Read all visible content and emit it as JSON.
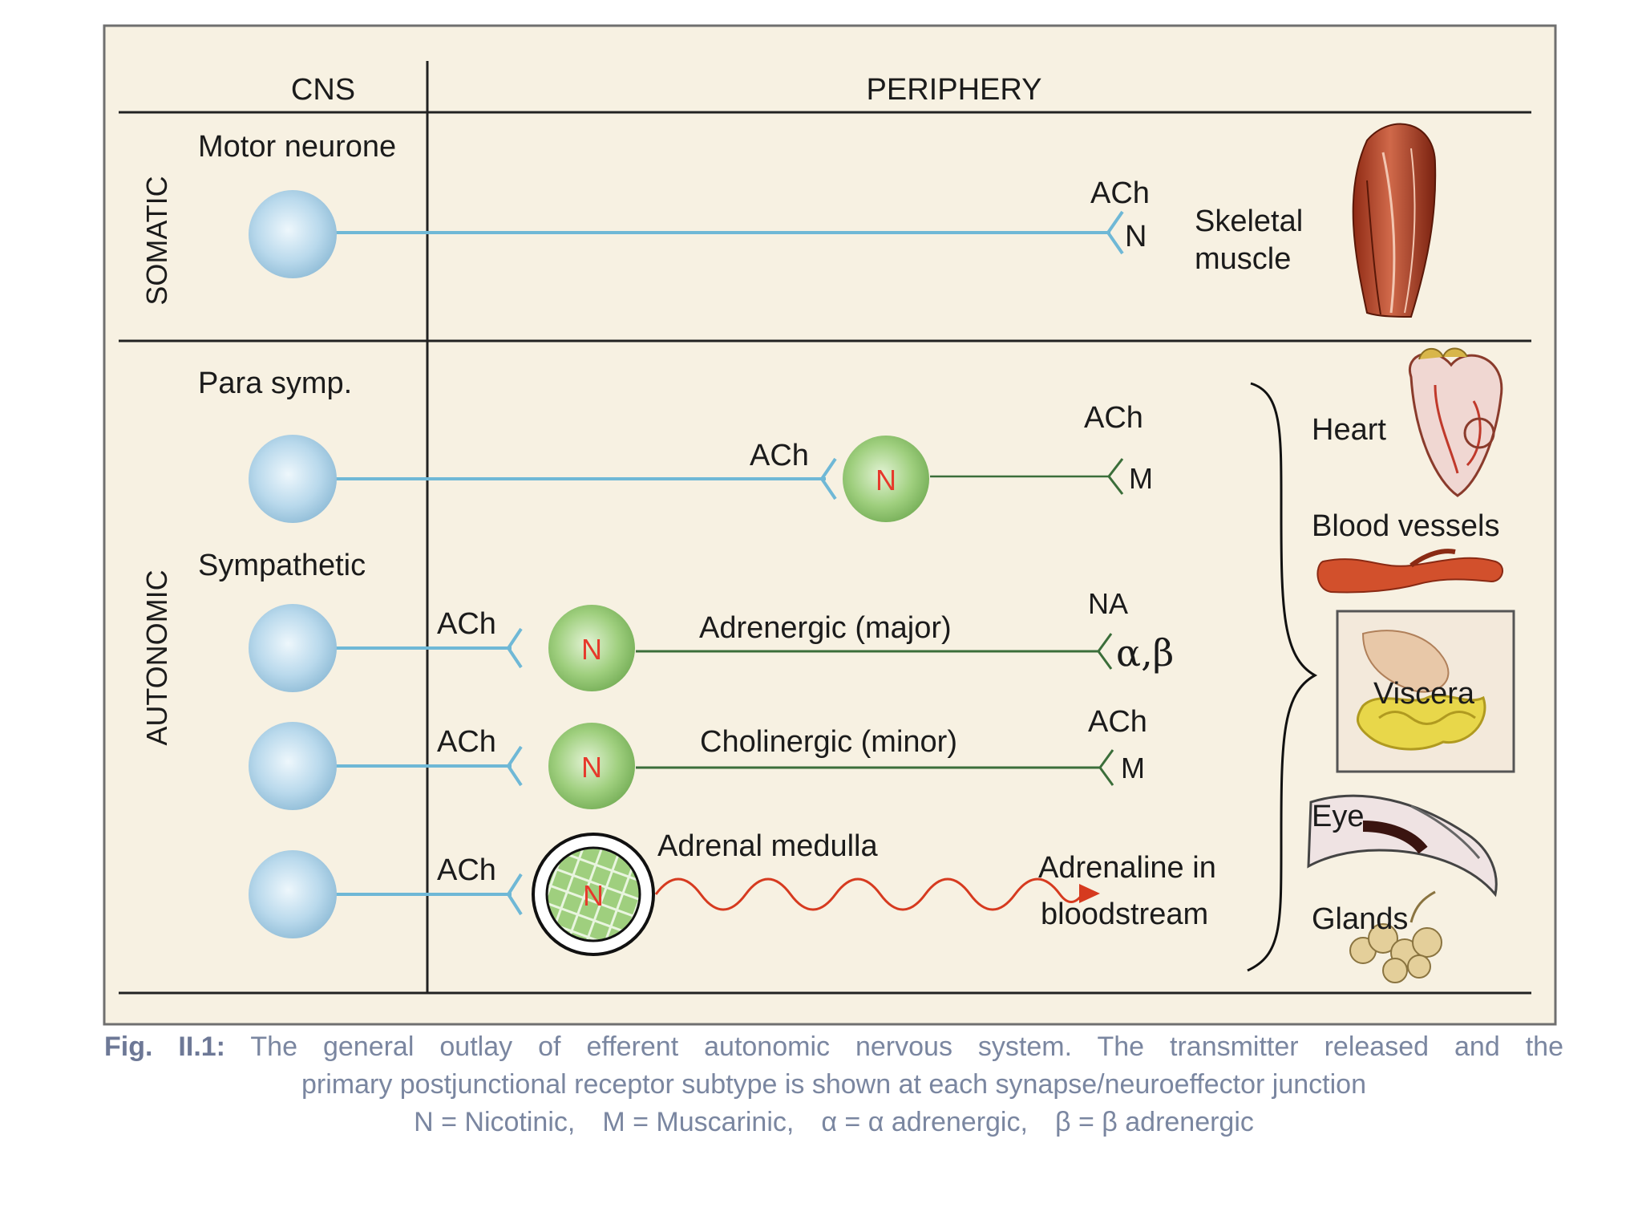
{
  "headers": {
    "cns": "CNS",
    "periphery": "PERIPHERY"
  },
  "rows": {
    "somatic": "SOMATIC",
    "autonomic": "AUTONOMIC"
  },
  "pathways": {
    "motor": {
      "label": "Motor neurone",
      "transmitter": "ACh",
      "receptor": "N",
      "target": [
        "Skeletal",
        "muscle"
      ]
    },
    "parasymp": {
      "label": "Para symp.",
      "ganglion_transmitter": "ACh",
      "ganglion_receptor": "N",
      "transmitter": "ACh",
      "receptor": "M"
    },
    "sympathetic": {
      "label": "Sympathetic",
      "adrenergic": {
        "ganglion_transmitter": "ACh",
        "ganglion_receptor": "N",
        "fibre_label": "Adrenergic (major)",
        "transmitter": "NA",
        "receptor": "α,β"
      },
      "cholinergic": {
        "ganglion_transmitter": "ACh",
        "ganglion_receptor": "N",
        "fibre_label": "Cholinergic (minor)",
        "transmitter": "ACh",
        "receptor": "M"
      },
      "adrenal": {
        "ganglion_transmitter": "ACh",
        "ganglion_receptor": "N",
        "label": "Adrenal medulla",
        "output": [
          "Adrenaline in",
          "bloodstream"
        ]
      }
    }
  },
  "effectors": {
    "heart": "Heart",
    "blood_vessels": "Blood vessels",
    "viscera": "Viscera",
    "eye": "Eye",
    "glands": "Glands"
  },
  "caption": {
    "fig_number": "Fig. II.1:",
    "line1": "The general outlay of efferent autonomic nervous system. The transmitter released and the",
    "line2": "primary postjunctional receptor subtype is shown at each synapse/neuroeffector junction",
    "legend_n": "N = Nicotinic,",
    "legend_m": "M = Muscarinic,",
    "legend_alpha": "α = α adrenergic,",
    "legend_beta": "β = β adrenergic"
  },
  "colors": {
    "panel_bg": "#f7f1e2",
    "neuron_blue": "#b9d9ec",
    "ganglion_green": "#9fcf7e",
    "fibre_blue": "#6fb8d6",
    "fibre_green": "#3b6e3a",
    "wave_red": "#d63a1f",
    "receptor_red": "#e6392b"
  }
}
